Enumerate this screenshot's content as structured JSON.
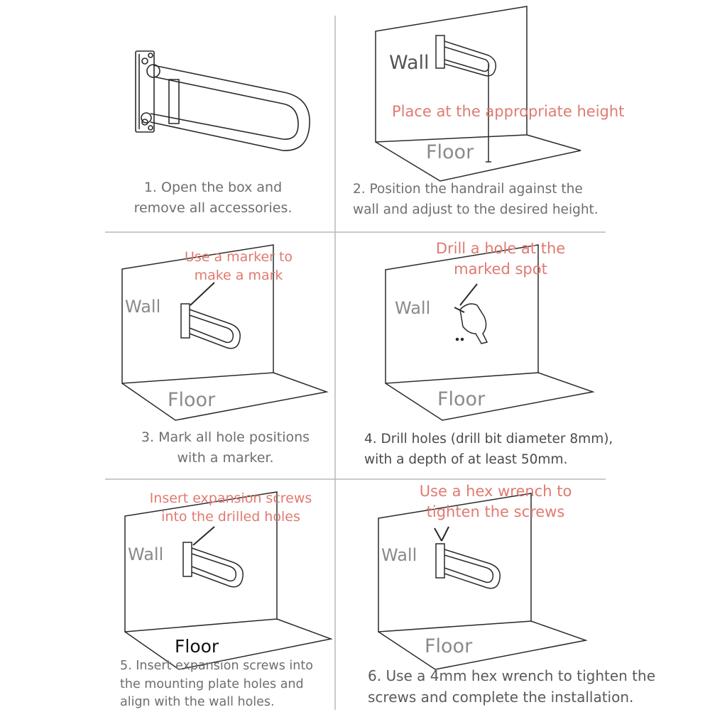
{
  "steps": [
    {
      "text_line1": "1. Open the box and",
      "text_line2": "remove all accessories."
    },
    {
      "text_line1": "2. Position the handrail against the",
      "text_line2": "wall and adjust to the desired height.",
      "wall": "Wall",
      "floor": "Floor",
      "note": "Place at the appropriate height"
    },
    {
      "text_line1": "3. Mark all hole positions",
      "text_line2": "with a marker.",
      "wall": "Wall",
      "floor": "Floor",
      "note_line1": "Use a marker to",
      "note_line2": "make a mark"
    },
    {
      "text_line1": "4. Drill holes (drill bit diameter 8mm),",
      "text_line2": "with a depth of at least 50mm.",
      "wall": "Wall",
      "floor": "Floor",
      "note_line1": "Drill a hole at the",
      "note_line2": "marked spot"
    },
    {
      "text_line1": "5. Insert expansion screws into",
      "text_line2": "the mounting plate holes and",
      "text_line3": "align with the wall holes.",
      "wall": "Wall",
      "floor": "Floor",
      "note_line1": "Insert expansion screws",
      "note_line2": "into the drilled holes"
    },
    {
      "text_line1": "6. Use a 4mm hex wrench to tighten the",
      "text_line2": "screws and complete the installation.",
      "wall": "Wall",
      "floor": "Floor",
      "note_line1": "Use a hex wrench to",
      "note_line2": "tighten the screws"
    }
  ],
  "colors": {
    "line": "#2a2a2a",
    "divider": "#b9b9b9",
    "note": "#e07a70",
    "text": "#6e6e6e"
  }
}
